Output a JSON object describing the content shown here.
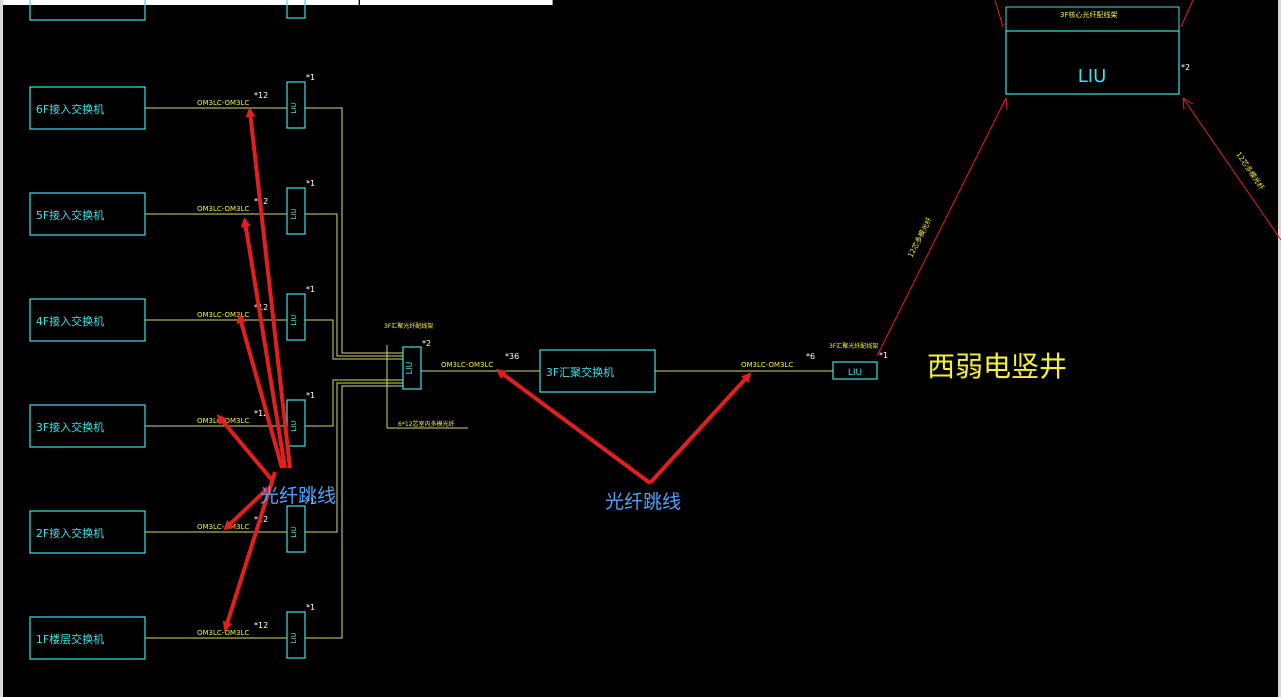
{
  "colors": {
    "background": "#000000",
    "box_stroke": "#3fe0e6",
    "cable_line": "#d8d86a",
    "label_yellow": "#f4ef3a",
    "red_line": "#e02020",
    "annotation_blue": "#4aa3ff"
  },
  "floors": [
    {
      "label": "6F接入交换机",
      "cable": "OM3LC-OM3LC",
      "count": "*12",
      "liu_label": "LIU",
      "liu_count": "*1"
    },
    {
      "label": "5F接入交换机",
      "cable": "OM3LC-OM3LC",
      "count": "*12",
      "liu_label": "LIU",
      "liu_count": "*1"
    },
    {
      "label": "4F接入交换机",
      "cable": "OM3LC-OM3LC",
      "count": "*12",
      "liu_label": "LIU",
      "liu_count": "*1"
    },
    {
      "label": "3F接入交换机",
      "cable": "OM3LC-OM3LC",
      "count": "*12",
      "liu_label": "LIU",
      "liu_count": "*1"
    },
    {
      "label": "2F接入交换机",
      "cable": "OM3LC-OM3LC",
      "count": "*12",
      "liu_label": "LIU",
      "liu_count": "*1"
    },
    {
      "label": "1F楼层交换机",
      "cable": "OM3LC-OM3LC",
      "count": "*12",
      "liu_label": "LIU",
      "liu_count": "*1"
    }
  ],
  "hub_liu": {
    "label": "LIU",
    "count": "*2",
    "title": "3F汇聚光纤配线架",
    "bottom_note": "6*12芯室内多模光纤"
  },
  "agg_switch": {
    "label": "3F汇聚交换机",
    "cable_left": "OM3LC-OM3LC",
    "count_left": "*36",
    "cable_right": "OM3LC-OM3LC",
    "count_right": "*6"
  },
  "riser_liu": {
    "label": "LIU",
    "count": "*1",
    "title": "3F汇聚光纤配线架"
  },
  "top_liu": {
    "label": "LIU",
    "count": "*2",
    "title": "3F核心光纤配线架"
  },
  "riser_cable_label": "12芯多模光纤",
  "riser_cable_label_2": "12芯多模光纤",
  "shaft_label": "西弱电竖井",
  "annotations": [
    "光纤跳线",
    "光纤跳线"
  ]
}
